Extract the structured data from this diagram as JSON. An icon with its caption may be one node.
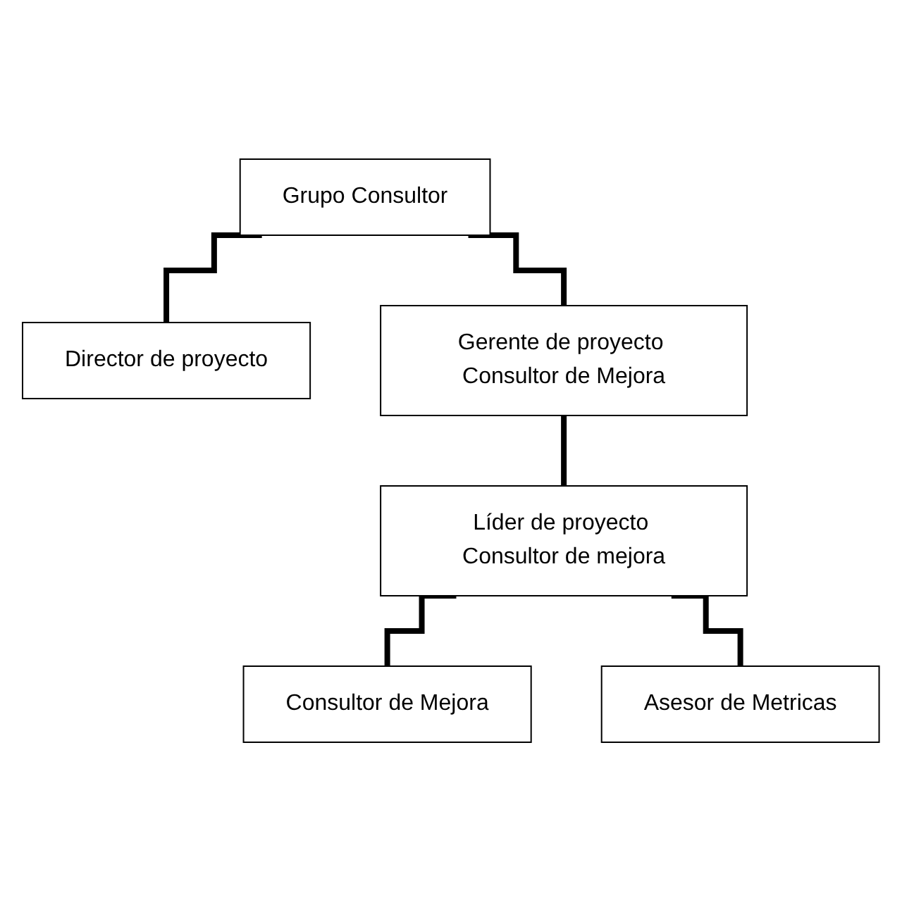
{
  "diagram": {
    "nodes": [
      {
        "text": [
          "Grupo Consultor"
        ]
      },
      {
        "text": [
          "Director de proyecto"
        ]
      },
      {
        "text": [
          "Gerente de proyecto Consultor de Mejora"
        ]
      },
      {
        "text": [
          "Líder de proyecto Consultor de mejora"
        ]
      },
      {
        "text": [
          "Consultor de Mejora"
        ]
      },
      {
        "text": [
          "Asesor de Metricas"
        ]
      }
    ],
    "edges": [
      {
        "from": 0,
        "to": 1,
        "arrow": "none"
      },
      {
        "from": 0,
        "to": 2,
        "arrow": "none"
      },
      {
        "from": 2,
        "to": 3,
        "arrow": "none"
      },
      {
        "from": 3,
        "to": 4,
        "arrow": "none"
      },
      {
        "from": 3,
        "to": 5,
        "arrow": "none"
      }
    ]
  }
}
